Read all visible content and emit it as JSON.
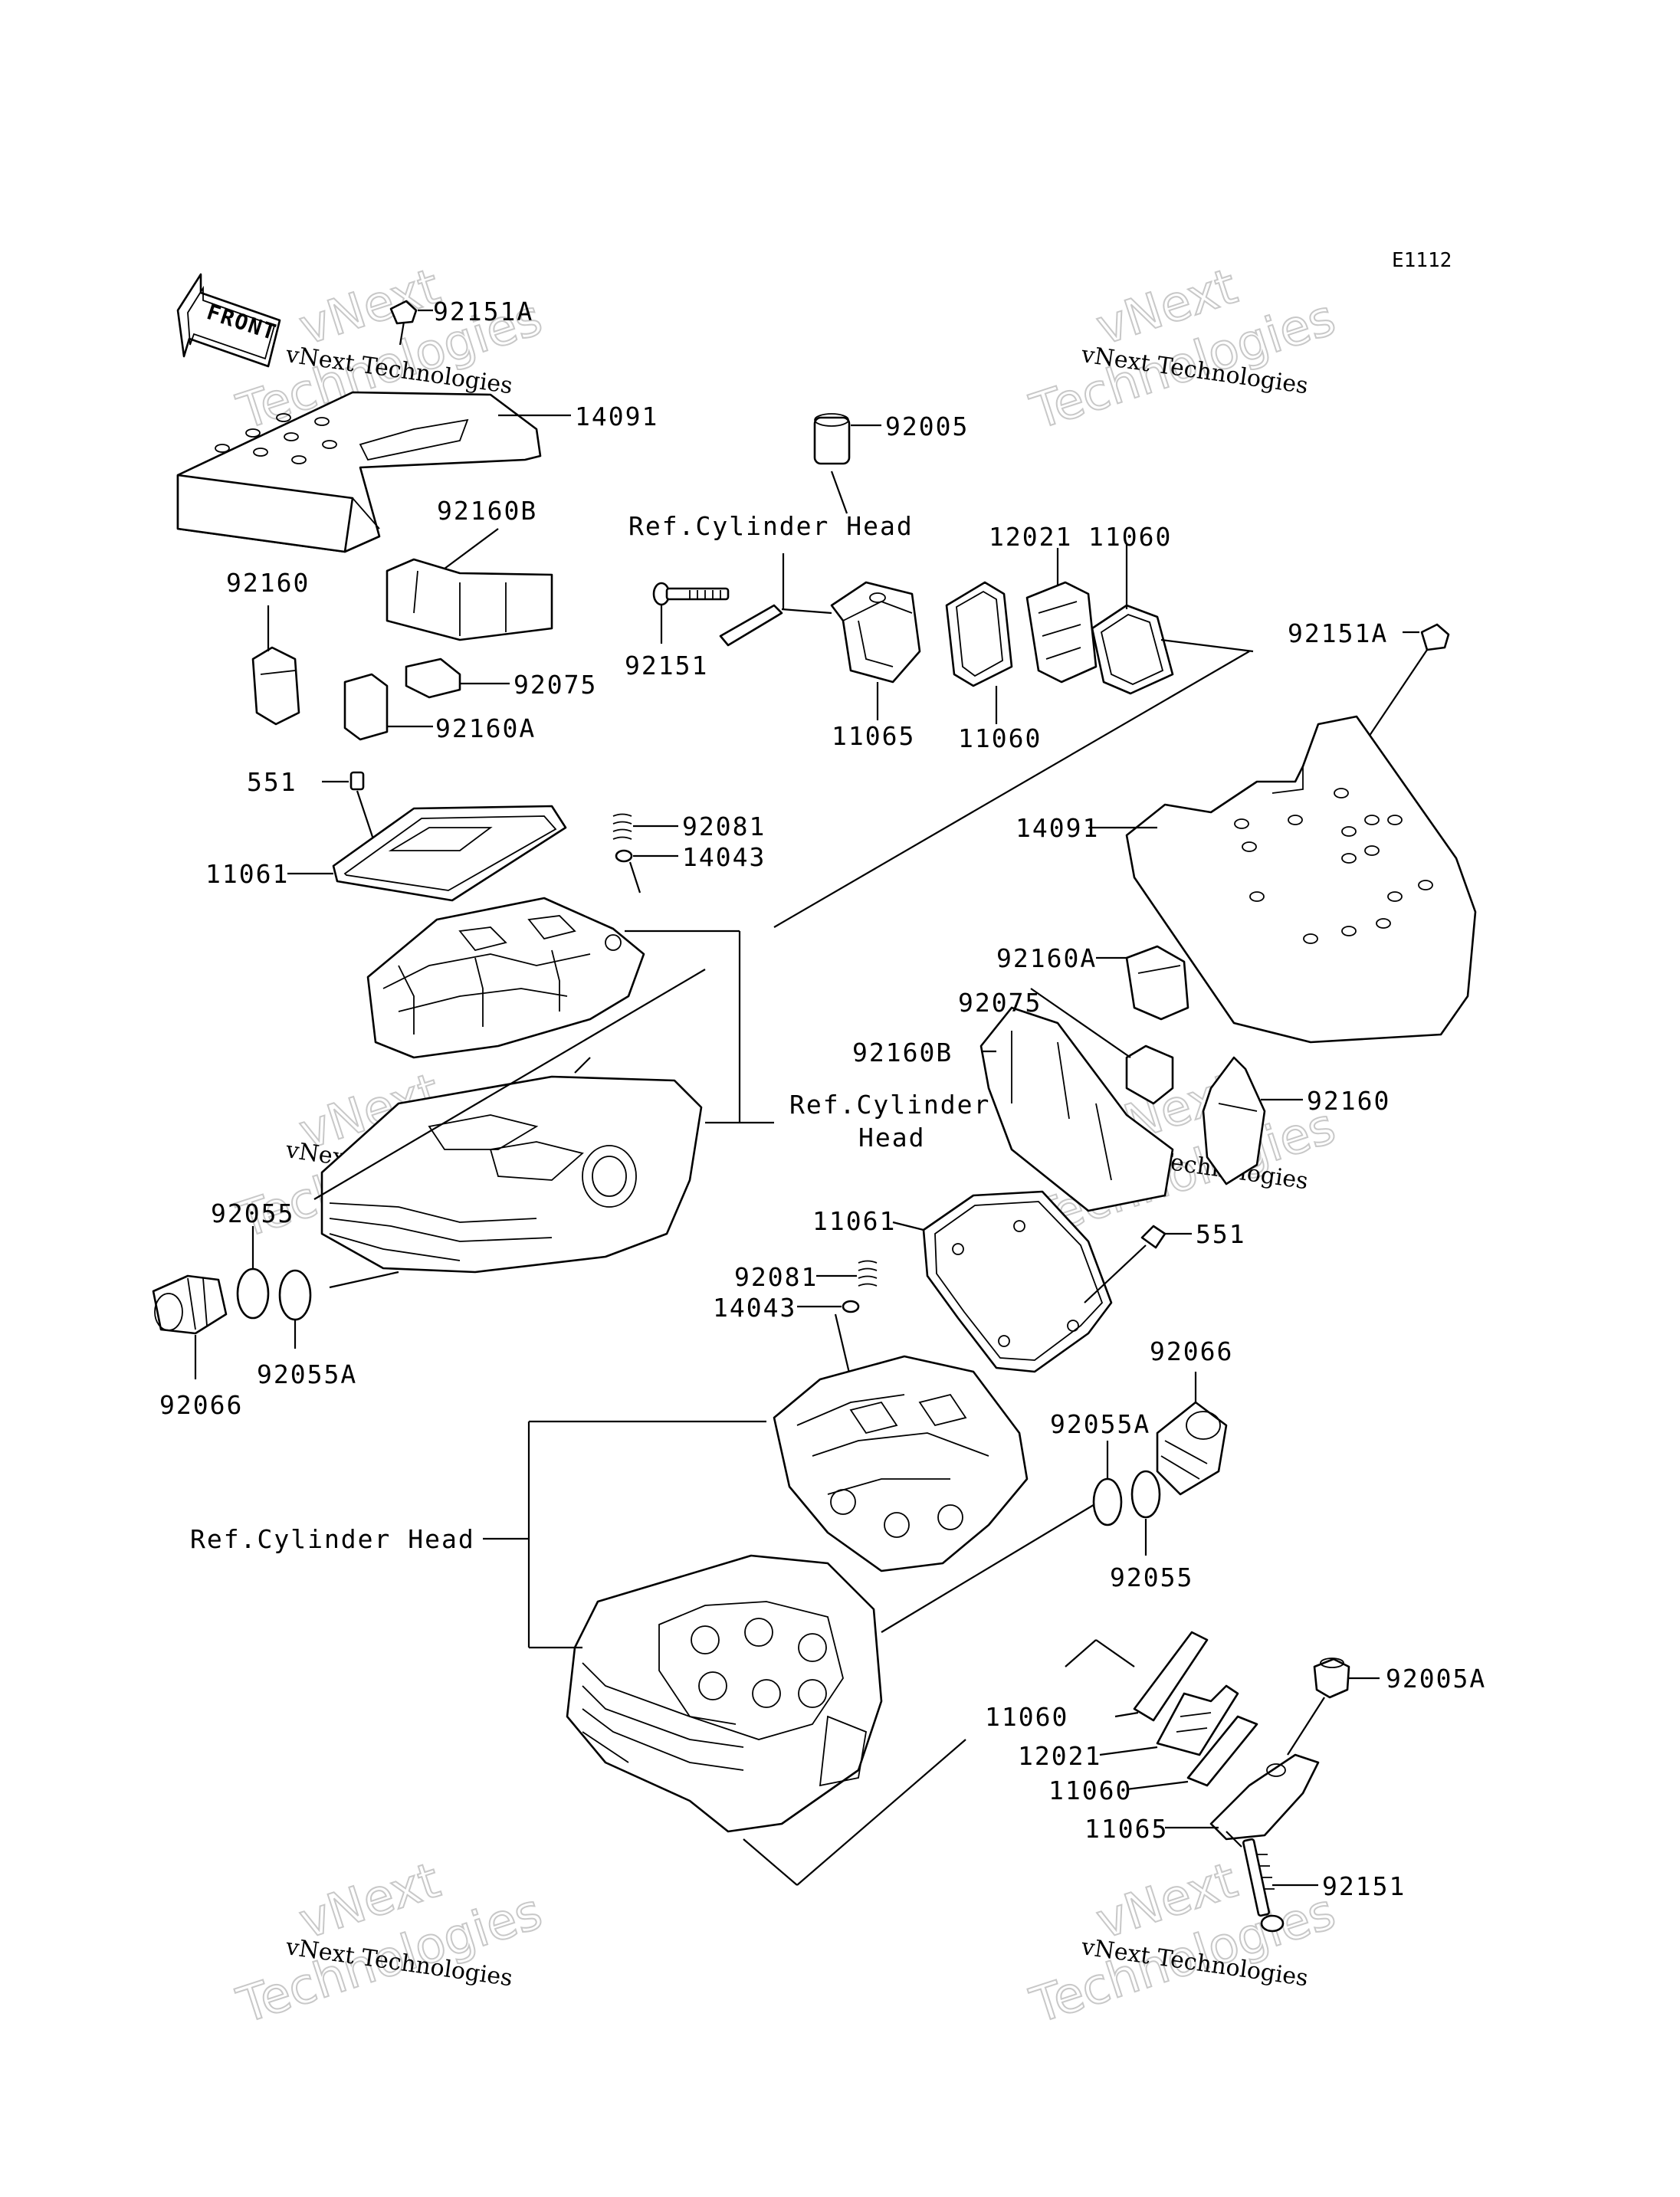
{
  "diagram_code": "E1112",
  "front_arrow": "FRONT",
  "watermark": {
    "line1": "vNext",
    "line2": "Technologies",
    "caption": "vNext Technologies"
  },
  "labels": {
    "p92151A_top": "92151A",
    "p14091_top": "14091",
    "p92005": "92005",
    "ref_cyl_head_top": "Ref.Cylinder Head",
    "p92160B_top": "92160B",
    "p12021_top": "12021",
    "p11060_top_right": "11060",
    "p92160_top": "92160",
    "p92151_top": "92151",
    "p92075_top": "92075",
    "p92160A_top": "92160A",
    "p11065_top": "11065",
    "p11060_top_bottom": "11060",
    "p92151A_right": "92151A",
    "p551_top": "551",
    "p92081_top": "92081",
    "p14043_top": "14043",
    "p11061_top": "11061",
    "p14091_right": "14091",
    "p92160A_right": "92160A",
    "p92075_right": "92075",
    "p92160B_right": "92160B",
    "p92160_right": "92160",
    "ref_cyl_head_mid_1": "Ref.Cylinder",
    "ref_cyl_head_mid_2": "Head",
    "p92055_left": "92055",
    "p11061_mid": "11061",
    "p551_mid": "551",
    "p92081_mid": "92081",
    "p14043_mid": "14043",
    "p92066_right": "92066",
    "p92066_left": "92066",
    "p92055A_left": "92055A",
    "p92055A_right": "92055A",
    "ref_cyl_head_bottom": "Ref.Cylinder Head",
    "p92055_right": "92055",
    "p11060_bottom_1": "11060",
    "p92005A": "92005A",
    "p12021_bottom": "12021",
    "p11060_bottom_2": "11060",
    "p11065_bottom": "11065",
    "p92151_bottom": "92151"
  }
}
